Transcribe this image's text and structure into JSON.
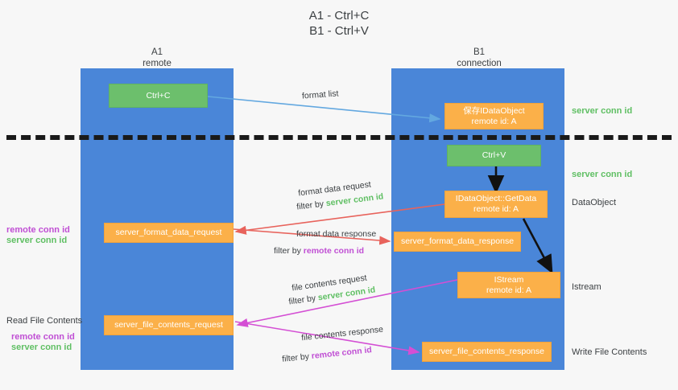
{
  "title": "A1 - Ctrl+C\nB1 - Ctrl+V",
  "columns": [
    {
      "name": "A1",
      "sub": "remote"
    },
    {
      "name": "B1",
      "sub": "connection"
    }
  ],
  "nodes": {
    "ctrl_c": "Ctrl+C",
    "save_idataobject_line1": "保存IDataObject",
    "save_idataobject_line2": "remote id: A",
    "ctrl_v": "Ctrl+V",
    "getdata_line1": "IDataObject::GetData",
    "getdata_line2": "remote id: A",
    "istream_line1": "IStream",
    "istream_line2": "remote id: A",
    "server_format_data_request": "server_format_data_request",
    "server_format_data_response": "server_format_data_response",
    "server_file_contents_request": "server_file_contents_request",
    "server_file_contents_response": "server_file_contents_response"
  },
  "right_labels": {
    "server_conn_id_top": "server conn id",
    "server_conn_id_mid": "server conn id",
    "dataobject": "DataObject",
    "istream": "Istream",
    "write_file_contents": "Write File Contents"
  },
  "left_labels": {
    "remote_conn_id_1": "remote conn id",
    "server_conn_id_1": "server conn id",
    "read_file_contents": "Read File Contents",
    "remote_conn_id_2": "remote conn id",
    "server_conn_id_2": "server conn id"
  },
  "arrow_labels": {
    "format_list": "format list",
    "format_data_request": "format data request",
    "filter_by_1_prefix": "filter by ",
    "filter_by_1_value": "server conn id",
    "format_data_response": "format data response",
    "filter_by_2_prefix": "filter by ",
    "filter_by_2_value": "remote conn id",
    "file_contents_request": "file contents request",
    "filter_by_3_prefix": "filter by ",
    "filter_by_3_value": "server conn id",
    "file_contents_response": "file contents response",
    "filter_by_4_prefix": "filter by ",
    "filter_by_4_value": "remote conn id"
  },
  "colors": {
    "lane": "#4a86d8",
    "green_node": "#6cbf6c",
    "orange_node": "#fbb049",
    "green_text": "#5fbf63",
    "purple_text": "#c04fd4",
    "arrow_blue": "#63a8e0",
    "arrow_red": "#e8635c",
    "arrow_magenta": "#d44fd4",
    "arrow_black": "#111111",
    "background": "#f7f7f7"
  }
}
